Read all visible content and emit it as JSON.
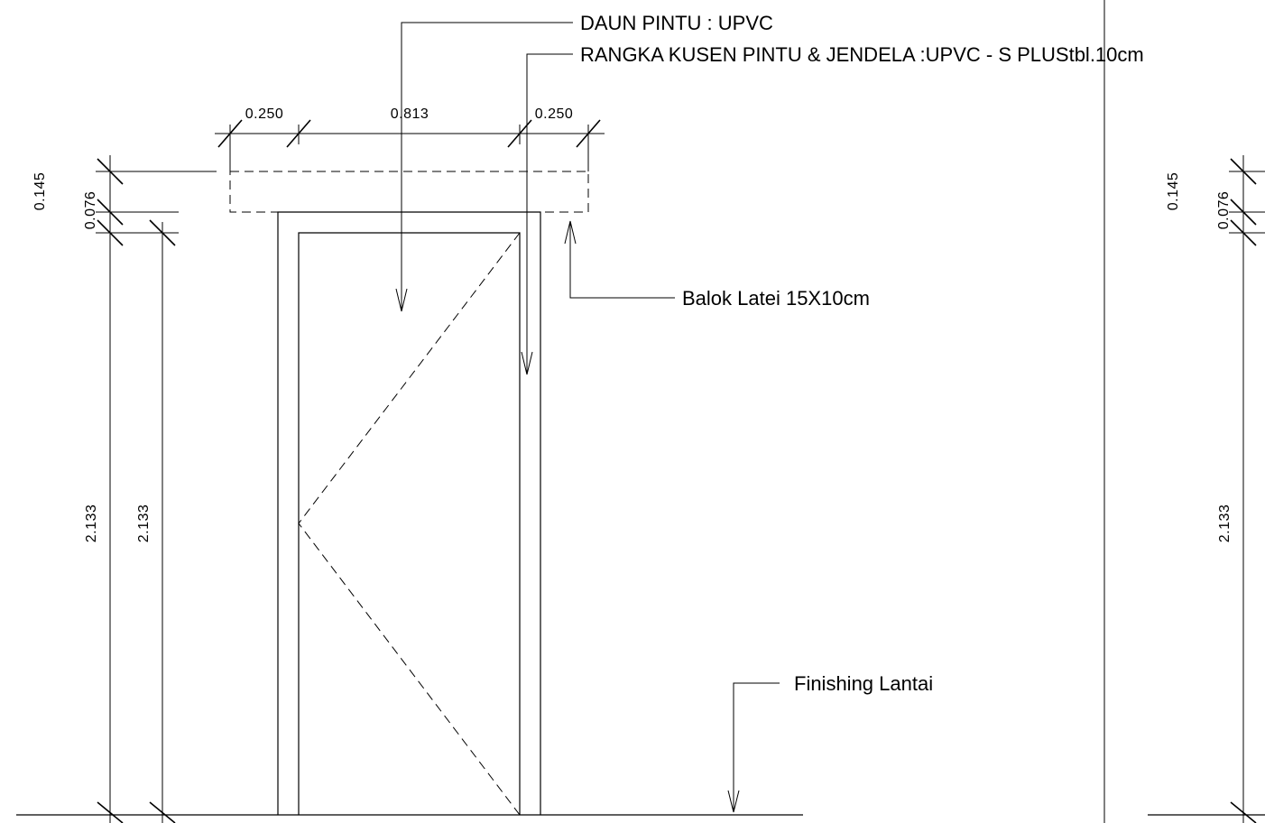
{
  "annotations": {
    "door_leaf": "DAUN PINTU : UPVC",
    "frame": "RANGKA KUSEN PINTU & JENDELA :UPVC - S PLUStbl.10cm",
    "lintel": "Balok Latei 15X10cm",
    "floor_finish": "Finishing Lantai"
  },
  "dimensions": {
    "left_jamb": "0.250",
    "opening_width": "0.813",
    "right_jamb": "0.250",
    "lintel_height": "0.145",
    "frame_head": "0.076",
    "door_height_outer": "2.133",
    "door_height_inner": "2.133",
    "right_lintel_height": "0.145",
    "right_frame_head": "0.076",
    "right_door_height": "2.133"
  }
}
